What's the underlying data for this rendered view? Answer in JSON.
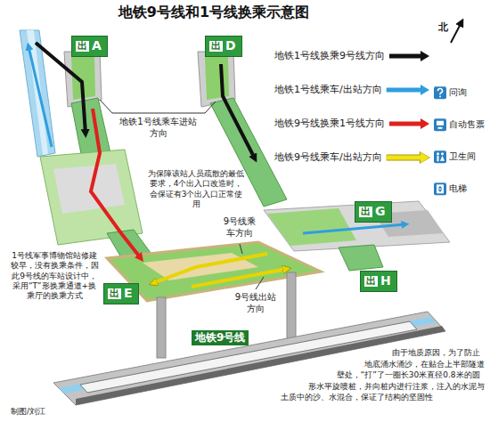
{
  "diagram": {
    "title": "地铁9号线和1号线换乘示意图",
    "nodes": [
      {
        "text": [
          "出",
          "A"
        ]
      },
      {
        "text": [
          "出",
          "D"
        ]
      },
      {
        "text": [
          "出",
          "G"
        ]
      },
      {
        "text": [
          "出",
          "H"
        ]
      },
      {
        "text": [
          "出",
          "E"
        ]
      }
    ],
    "labels": [
      "北",
      "地铁1号线乘车进站方向",
      "为保障该站人员疏散的最低要求，4个出入口改造时，会保证有3个出入口正常使用",
      "1号线军事博物馆站修建较早，没有换乘条件，因此9号线的车站设计中，采用“T”形换乘通道+换乘厅的换乘方式",
      "9号线乘车方向",
      "9号线出站方向",
      "地铁9号线",
      "由于地质原因，为了防止地底涌水涌沙，在贴合上半部隧道壁处，“打”了一圈长30米直径0.8米的圆形水平旋喷桩，并向桩内进行注浆，注入的水泥与土质中的沙、水混合，保证了结构的坚固性",
      "制图/刘江"
    ],
    "legend": [
      {
        "text": "地铁1号线换乘9号线方向"
      },
      {
        "text": "地铁1号线乘车/出站方向"
      },
      {
        "text": "地铁9号线换乘1号线方向"
      },
      {
        "text": "地铁9号线乘车/出站方向"
      },
      {
        "text": "问询"
      },
      {
        "text": "自动售票"
      },
      {
        "text": "卫生间"
      },
      {
        "text": "电梯"
      }
    ]
  }
}
